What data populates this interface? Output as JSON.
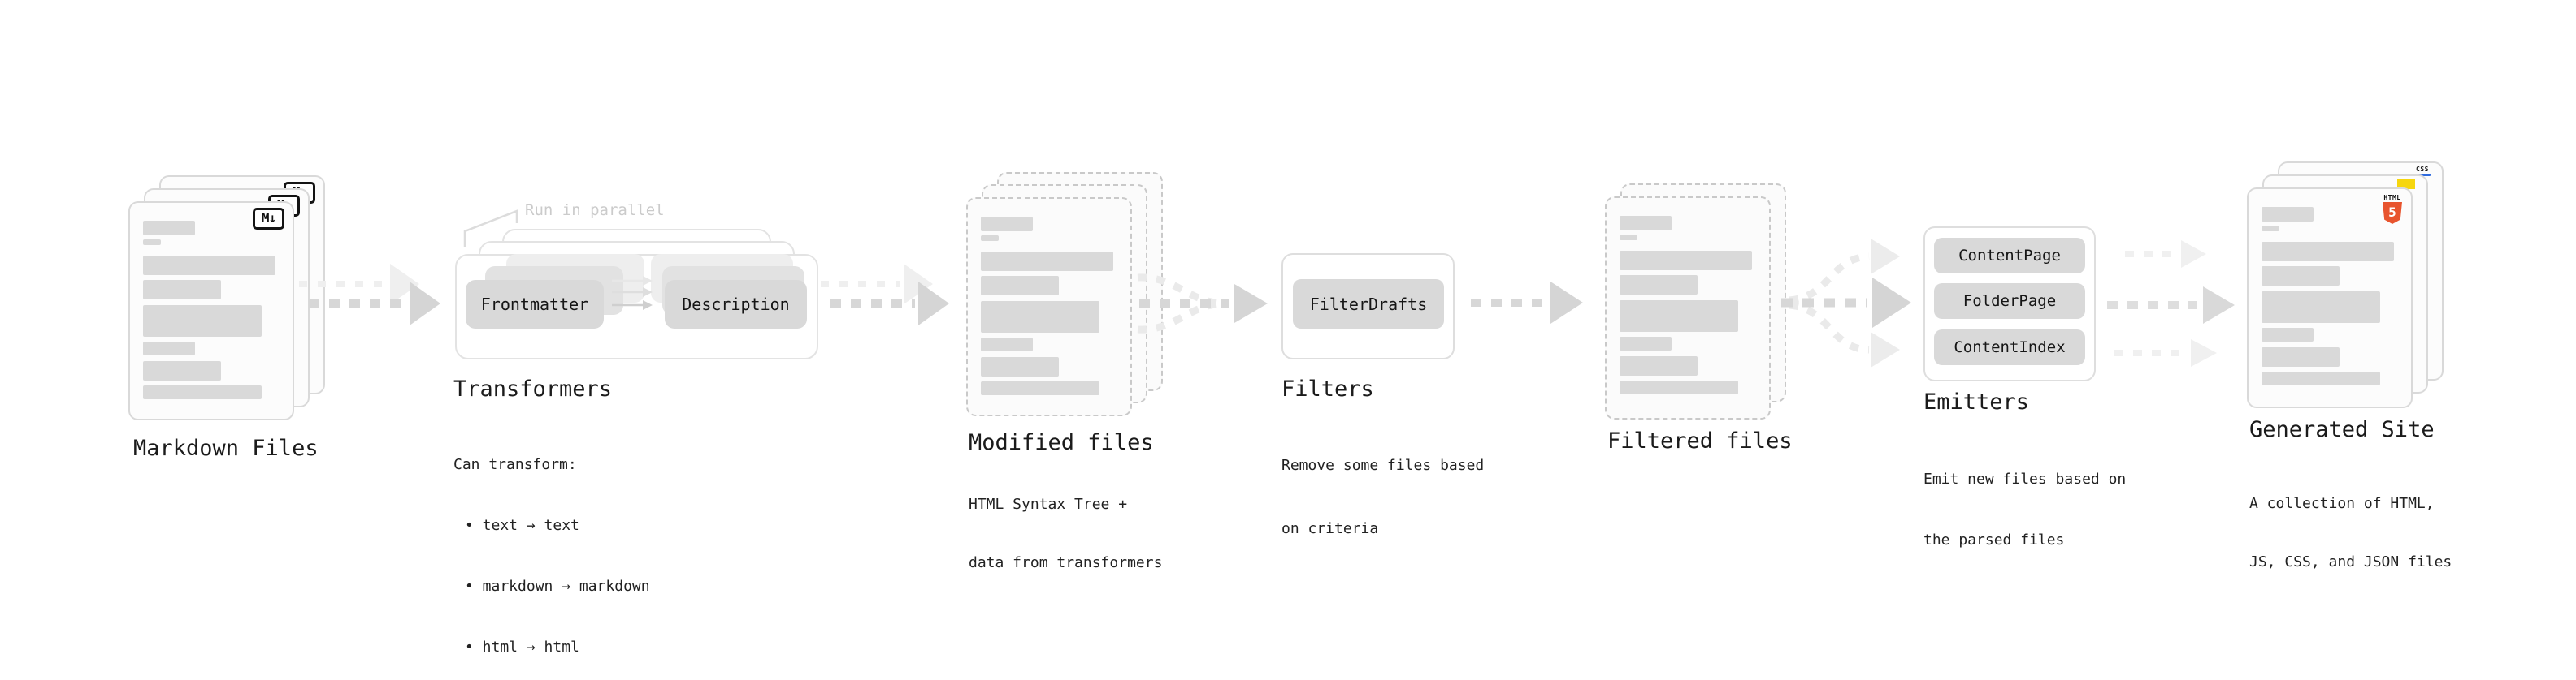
{
  "stages": [
    {
      "title": "Markdown Files"
    },
    {
      "title": "Transformers",
      "note": "Run in parallel",
      "buttons": [
        "Frontmatter",
        "Description"
      ],
      "description_lines": [
        "Can transform:",
        "• text → text",
        "• markdown → markdown",
        "• html → html"
      ]
    },
    {
      "title": "Modified files",
      "description_lines": [
        "HTML Syntax Tree +",
        "data from transformers"
      ]
    },
    {
      "title": "Filters",
      "buttons": [
        "FilterDrafts"
      ],
      "description_lines": [
        "Remove some files based",
        "on criteria"
      ]
    },
    {
      "title": "Filtered files"
    },
    {
      "title": "Emitters",
      "buttons": [
        "ContentPage",
        "FolderPage",
        "ContentIndex"
      ],
      "description_lines": [
        "Emit new files based on",
        "the parsed files"
      ]
    },
    {
      "title": "Generated Site",
      "description_lines": [
        "A collection of HTML,",
        "JS, CSS, and JSON files"
      ]
    }
  ],
  "icons": {
    "markdown_badge": "M↓",
    "html5_badge_label": "HTML",
    "html5_badge_number": "5",
    "css_badge_label": "CSS",
    "js_badge": "yellow-square"
  },
  "colors": {
    "html5_orange": "#e8542e",
    "js_yellow": "#f6d60e",
    "css_blue": "#2f6bdf",
    "button_gray": "#d9d9d9",
    "text": "#1b1b1b",
    "muted_note": "#cbcbcb"
  },
  "decor": {
    "file_card_bars": [
      {
        "w": 38,
        "h": 18,
        "mb": 5
      },
      {
        "w": 13,
        "h": 7,
        "mb": 13
      },
      {
        "w": 97,
        "h": 24,
        "mb": 6
      },
      {
        "w": 57,
        "h": 24,
        "mb": 7
      },
      {
        "w": 87,
        "h": 39,
        "mb": 6
      },
      {
        "w": 38,
        "h": 17,
        "mb": 7
      },
      {
        "w": 57,
        "h": 24,
        "mb": 6
      },
      {
        "w": 87,
        "h": 17,
        "mb": 0
      }
    ]
  }
}
